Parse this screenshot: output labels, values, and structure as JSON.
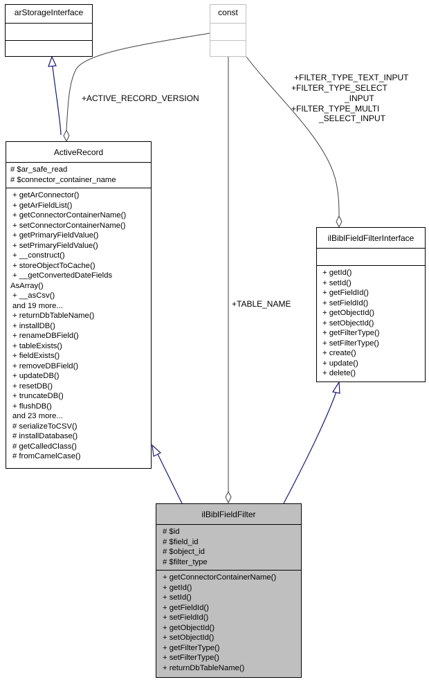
{
  "classes": {
    "ar_storage_interface": {
      "name": "arStorageInterface",
      "attributes": [],
      "methods": []
    },
    "const": {
      "name": "const",
      "attributes": [],
      "methods": []
    },
    "active_record": {
      "name": "ActiveRecord",
      "attributes": [
        "# $ar_safe_read",
        "# $connector_container_name"
      ],
      "methods": [
        "+ getArConnector()",
        "+ getArFieldList()",
        "+ getConnectorContainerName()",
        "+ setConnectorContainerName()",
        "+ getPrimaryFieldValue()",
        "+ setPrimaryFieldValue()",
        "+ __construct()",
        "+ storeObjectToCache()",
        "+ __getConvertedDateFields",
        "AsArray()",
        "+ __asCsv()",
        "and 19 more...",
        "+ returnDbTableName()",
        "+ installDB()",
        "+ renameDBField()",
        "+ tableExists()",
        "+ fieldExists()",
        "+ removeDBField()",
        "+ updateDB()",
        "+ resetDB()",
        "+ truncateDB()",
        "+ flushDB()",
        "and 23 more...",
        "# serializeToCSV()",
        "# installDatabase()",
        "# getCalledClass()",
        "# fromCamelCase()"
      ]
    },
    "il_bibl_field_filter_interface": {
      "name": "ilBiblFieldFilterInterface",
      "attributes": [],
      "methods": [
        "+ getId()",
        "+ setId()",
        "+ getFieldId()",
        "+ setFieldId()",
        "+ getObjectId()",
        "+ setObjectId()",
        "+ getFilterType()",
        "+ setFilterType()",
        "+ create()",
        "+ update()",
        "+ delete()"
      ]
    },
    "il_bibl_field_filter": {
      "name": "ilBiblFieldFilter",
      "attributes": [
        "# $id",
        "# $field_id",
        "# $object_id",
        "# $filter_type"
      ],
      "methods": [
        "+ getConnectorContainerName()",
        "+ getId()",
        "+ setId()",
        "+ getFieldId()",
        "+ setFieldId()",
        "+ getObjectId()",
        "+ setObjectId()",
        "+ getFilterType()",
        "+ setFilterType()",
        "+ returnDbTableName()"
      ]
    }
  },
  "edge_labels": {
    "active_record_version": "+ACTIVE_RECORD_VERSION",
    "table_name": "+TABLE_NAME",
    "filter_types": [
      "+FILTER_TYPE_TEXT_INPUT",
      "+FILTER_TYPE_SELECT",
      "_INPUT",
      "+FILTER_TYPE_MULTI",
      "_SELECT_INPUT"
    ]
  },
  "colors": {
    "inheritance_edge": "#191970",
    "usage_edge": "#404040",
    "highlight_fill": "#bfbfbf",
    "const_border": "#bfbfbf"
  }
}
